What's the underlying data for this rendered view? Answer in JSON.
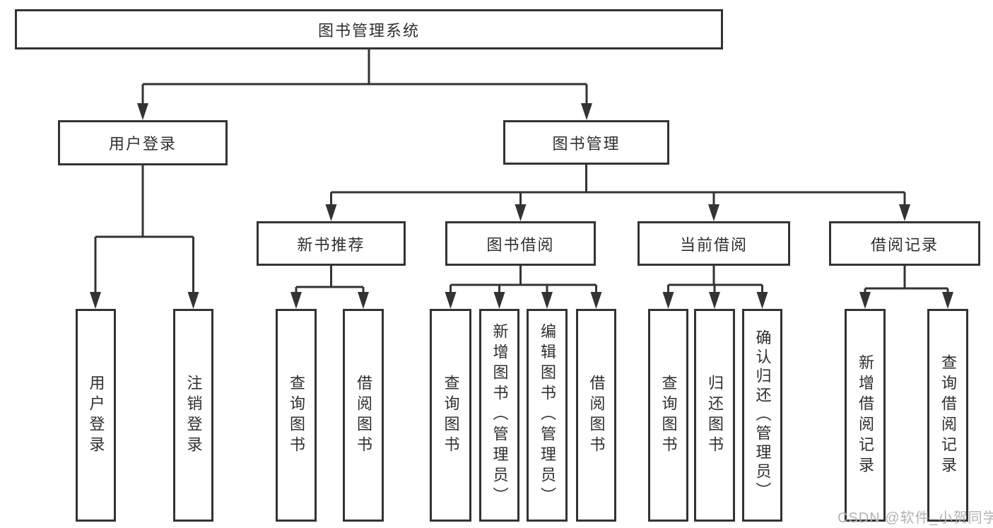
{
  "diagram": {
    "root": {
      "label": "图书管理系统"
    },
    "branches": [
      {
        "label": "用户登录",
        "leaves": [
          {
            "label": "用户登录"
          },
          {
            "label": "注销登录"
          }
        ]
      },
      {
        "label": "图书管理",
        "groups": [
          {
            "label": "新书推荐",
            "leaves": [
              {
                "label": "查询图书"
              },
              {
                "label": "借阅图书"
              }
            ]
          },
          {
            "label": "图书借阅",
            "leaves": [
              {
                "label": "查询图书"
              },
              {
                "label": "新增图书（管理员）"
              },
              {
                "label": "编辑图书（管理员）"
              },
              {
                "label": "借阅图书"
              }
            ]
          },
          {
            "label": "当前借阅",
            "leaves": [
              {
                "label": "查询图书"
              },
              {
                "label": "归还图书"
              },
              {
                "label": "确认归还（管理员）"
              }
            ]
          },
          {
            "label": "借阅记录",
            "leaves": [
              {
                "label": "新增借阅记录"
              },
              {
                "label": "查询借阅记录"
              }
            ]
          }
        ]
      }
    ]
  },
  "watermark": {
    "text": "CSDN @软件_小贺同学"
  },
  "colors": {
    "line": "#333333",
    "text": "#2f2f2f",
    "background": "#ffffff",
    "watermark": "#b3b3b3"
  }
}
